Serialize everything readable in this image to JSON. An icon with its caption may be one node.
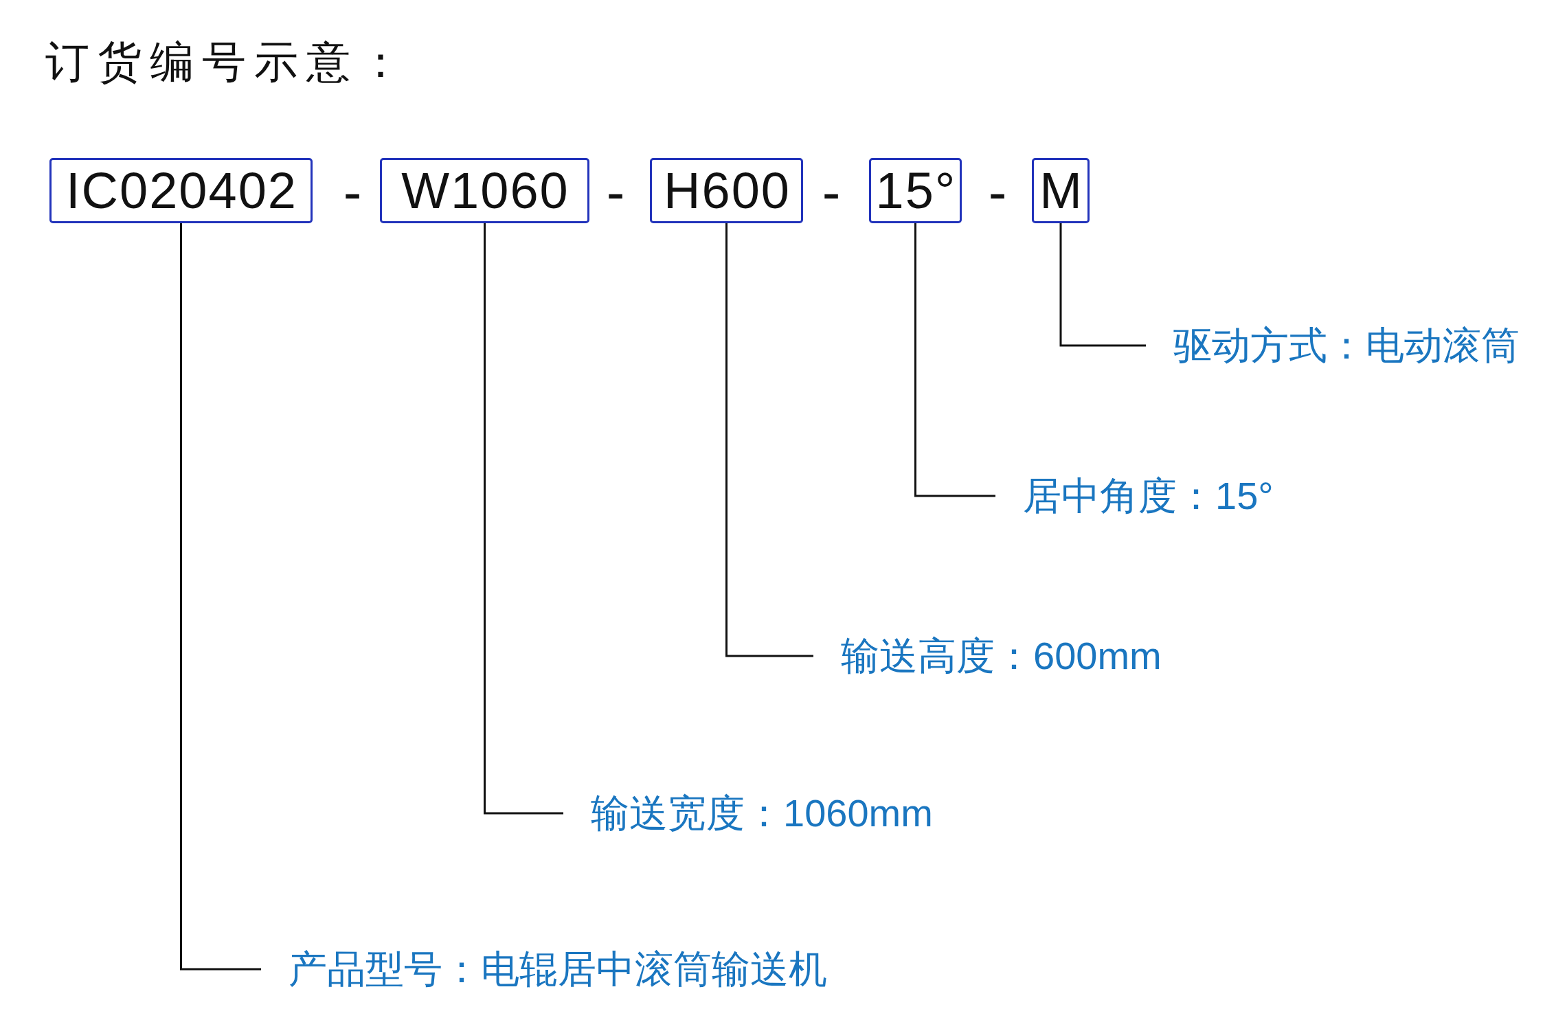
{
  "diagram": {
    "title": "订货编号示意：",
    "nodes": [
      {
        "text": [
          "IC020402"
        ]
      },
      {
        "text": [
          "W1060"
        ]
      },
      {
        "text": [
          "H600"
        ]
      },
      {
        "text": [
          "15°"
        ]
      },
      {
        "text": [
          "M"
        ]
      },
      {
        "text": [
          "驱动方式：电动滚筒"
        ]
      },
      {
        "text": [
          "居中角度：15°"
        ]
      },
      {
        "text": [
          "输送高度：600mm"
        ]
      },
      {
        "text": [
          "输送宽度：1060mm"
        ]
      },
      {
        "text": [
          "产品型号：电辊居中滚筒输送机"
        ]
      }
    ],
    "edges": [
      {
        "from": 5,
        "to": 4,
        "arrow": "none"
      },
      {
        "from": 6,
        "to": 3,
        "arrow": "none"
      },
      {
        "from": 7,
        "to": 2,
        "arrow": "none"
      },
      {
        "from": 8,
        "to": 1,
        "arrow": "none"
      },
      {
        "from": 9,
        "to": 0,
        "arrow": "none"
      }
    ],
    "labels": [
      "-",
      "-",
      "-",
      "-"
    ]
  }
}
